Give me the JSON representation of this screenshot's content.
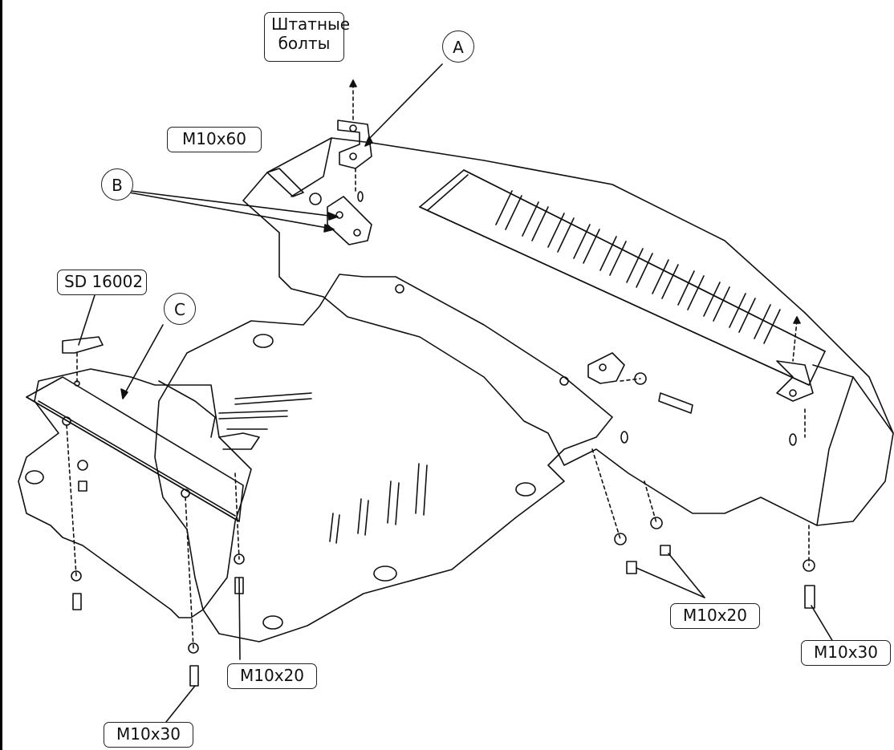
{
  "labels": {
    "stock_bolts_line1": "Штатные",
    "stock_bolts_line2": "болты",
    "bolt_m10x60": "M10x60",
    "part_sd16002": "SD 16002",
    "bolt_m10x20_left": "M10x20",
    "bolt_m10x20_right": "M10x20",
    "bolt_m10x30_left": "M10x30",
    "bolt_m10x30_right": "M10x30"
  },
  "callouts": {
    "a": "A",
    "b": "B",
    "c": "C"
  }
}
